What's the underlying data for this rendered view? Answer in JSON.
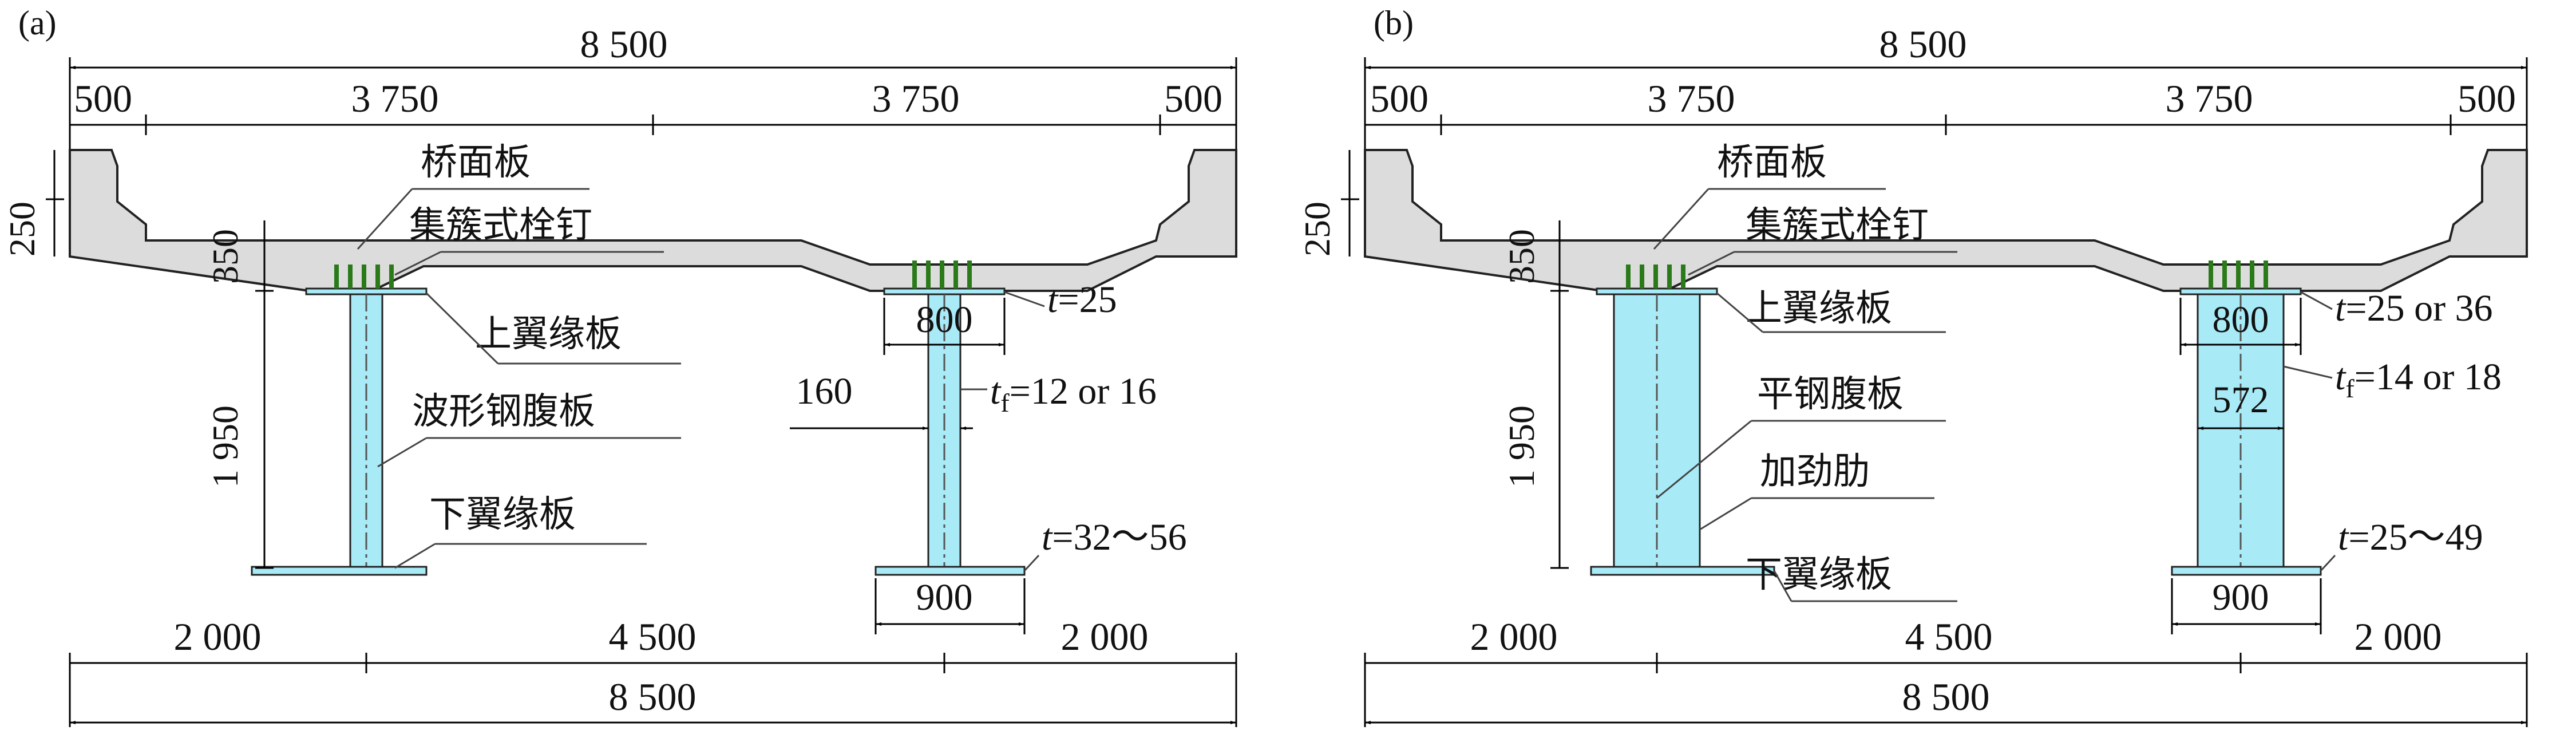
{
  "panels": [
    {
      "label": "(a)",
      "dims": {
        "top_total": "8 500",
        "top_segments": [
          "500",
          "3 750",
          "3 750",
          "500"
        ],
        "bottom_segments": [
          "2 000",
          "4 500",
          "2 000"
        ],
        "bottom_total": "8 500",
        "vert_250": "250",
        "vert_350": "350",
        "vert_1950": "1 950"
      },
      "labels": {
        "deck": "桥面板",
        "studs": "集簇式栓钉",
        "top_flange": "上翼缘板",
        "web": "波形钢腹板",
        "bottom_flange": "下翼缘板"
      },
      "specs": {
        "top_flange_t_prefix": "t",
        "top_flange_t": "=25",
        "top_flange_width": "800",
        "web_thickness_prefix": "t",
        "web_thickness_sub": "f",
        "web_thickness": "=12 or 16",
        "web_offset": "160",
        "bottom_flange_t_prefix": "t",
        "bottom_flange_t": "=32～56",
        "bottom_flange_width": "900"
      }
    },
    {
      "label": "(b)",
      "dims": {
        "top_total": "8 500",
        "top_segments": [
          "500",
          "3 750",
          "3 750",
          "500"
        ],
        "bottom_segments": [
          "2 000",
          "4 500",
          "2 000"
        ],
        "bottom_total": "8 500",
        "vert_250": "250",
        "vert_350": "350",
        "vert_1950": "1 950"
      },
      "labels": {
        "deck": "桥面板",
        "studs": "集簇式栓钉",
        "top_flange": "上翼缘板",
        "web": "平钢腹板",
        "stiffener": "加劲肋",
        "bottom_flange": "下翼缘板"
      },
      "specs": {
        "top_flange_t_prefix": "t",
        "top_flange_t": "=25 or 36",
        "top_flange_width": "800",
        "web_thickness_prefix": "t",
        "web_thickness_sub": "f",
        "web_thickness": "=14 or 18",
        "stiffener_width": "572",
        "bottom_flange_t_prefix": "t",
        "bottom_flange_t": "=25～49",
        "bottom_flange_width": "900"
      }
    }
  ],
  "colors": {
    "deck": "#dcdcdc",
    "steel": "#a9eaf7",
    "studs": "#2a7a1a"
  }
}
